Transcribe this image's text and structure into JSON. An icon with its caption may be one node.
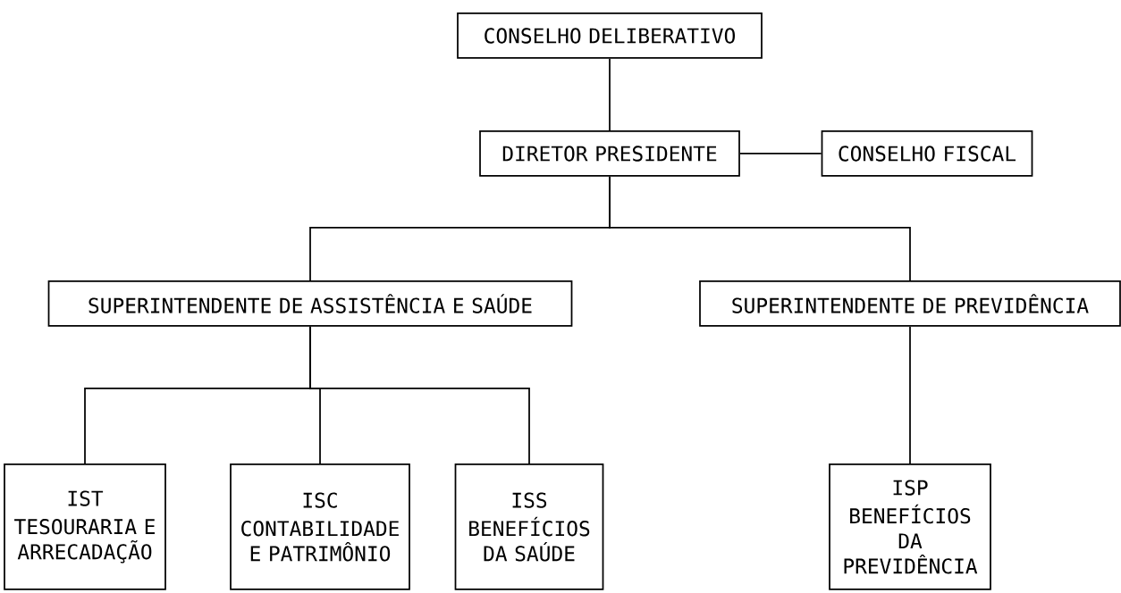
{
  "diagram": {
    "nodes": [
      {
        "text": [
          "CONSELHO DELIBERATIVO"
        ]
      },
      {
        "text": [
          "DIRETOR PRESIDENTE"
        ]
      },
      {
        "text": [
          "CONSELHO FISCAL"
        ]
      },
      {
        "text": [
          "SUPERINTENDENTE DE ASSISTÊNCIA E SAÚDE"
        ]
      },
      {
        "text": [
          "SUPERINTENDENTE DE PREVIDÊNCIA"
        ]
      },
      {
        "text": [
          "IST",
          "TESOURARIA E ARRECADAÇÃO"
        ]
      },
      {
        "text": [
          "ISC",
          "CONTABILIDADE E PATRIMÔNIO"
        ]
      },
      {
        "text": [
          "ISS",
          "BENEFÍCIOS DA SAÚDE"
        ]
      },
      {
        "text": [
          "ISP",
          "BENEFÍCIOS DA PREVIDÊNCIA"
        ]
      }
    ],
    "edges": [
      {
        "from": 0,
        "to": 1,
        "arrow": "none"
      },
      {
        "from": 1,
        "to": 2,
        "arrow": "none"
      },
      {
        "from": 1,
        "to": 3,
        "arrow": "none"
      },
      {
        "from": 1,
        "to": 4,
        "arrow": "none"
      },
      {
        "from": 3,
        "to": 5,
        "arrow": "none"
      },
      {
        "from": 3,
        "to": 6,
        "arrow": "none"
      },
      {
        "from": 3,
        "to": 7,
        "arrow": "none"
      },
      {
        "from": 4,
        "to": 8,
        "arrow": "none"
      }
    ]
  }
}
